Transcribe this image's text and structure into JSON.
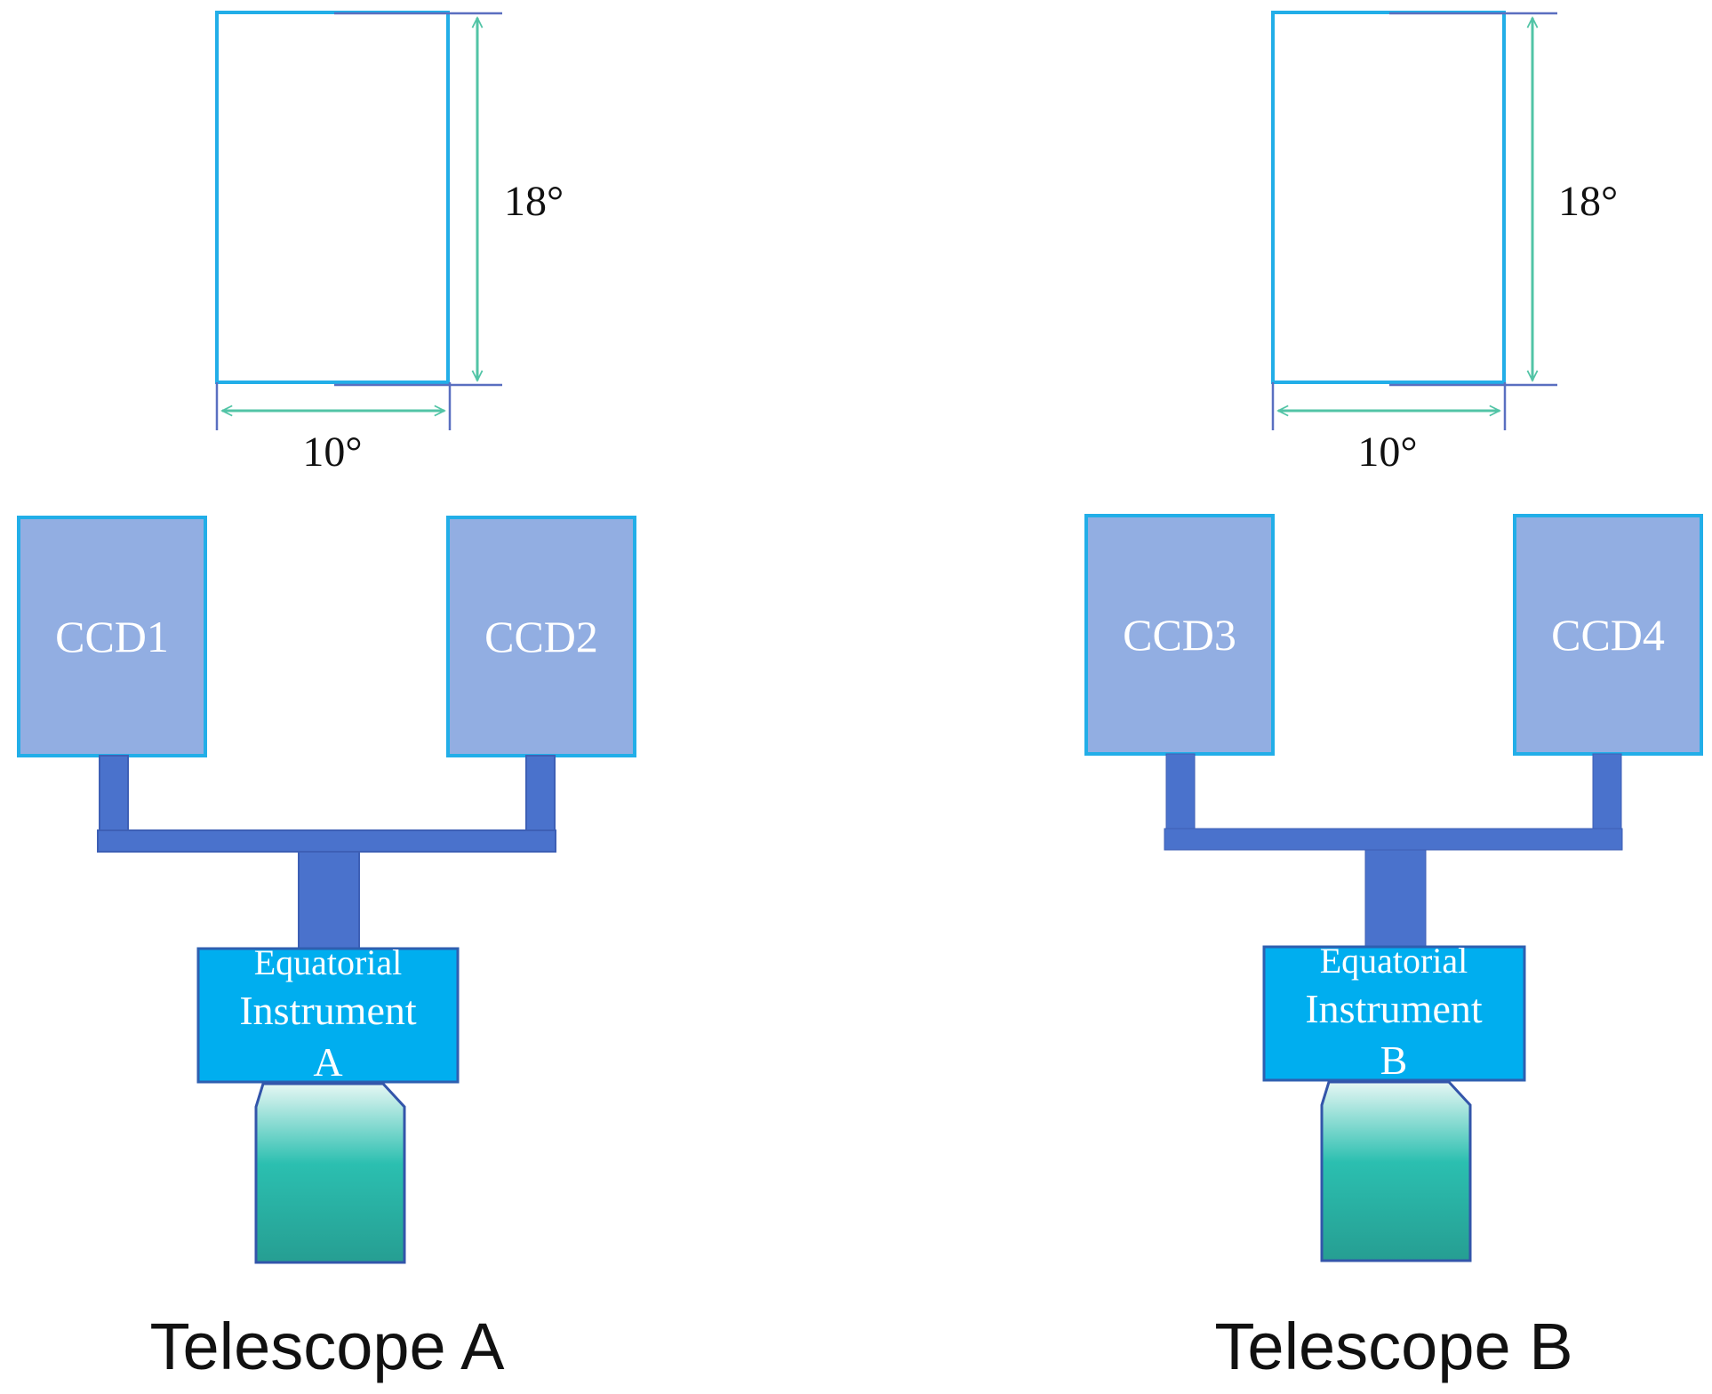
{
  "colors": {
    "fov_stroke": "#22aee8",
    "dim_arrow": "#52c4a6",
    "dim_tick": "#5a6fc0",
    "ccd_fill": "#92aee2",
    "ccd_stroke": "#22aee8",
    "mount_fill": "#4a72cc",
    "mount_stroke": "#3d5fb5",
    "equatorial_fill": "#00aeef",
    "equatorial_stroke": "#2e5fb0",
    "barrel_top": "#e6f7f4",
    "barrel_mid": "#2bbfb0",
    "barrel_bottom": "#269e92",
    "barrel_stroke": "#3355aa"
  },
  "telescopes": [
    {
      "label": "Telescope A",
      "fov": {
        "height_label": "18°",
        "width_label": "10°"
      },
      "ccds": [
        "CCD1",
        "CCD2"
      ],
      "equatorial": [
        "Equatorial",
        "Instrument",
        "A"
      ]
    },
    {
      "label": "Telescope B",
      "fov": {
        "height_label": "18°",
        "width_label": "10°"
      },
      "ccds": [
        "CCD3",
        "CCD4"
      ],
      "equatorial": [
        "Equatorial",
        "Instrument",
        "B"
      ]
    }
  ]
}
